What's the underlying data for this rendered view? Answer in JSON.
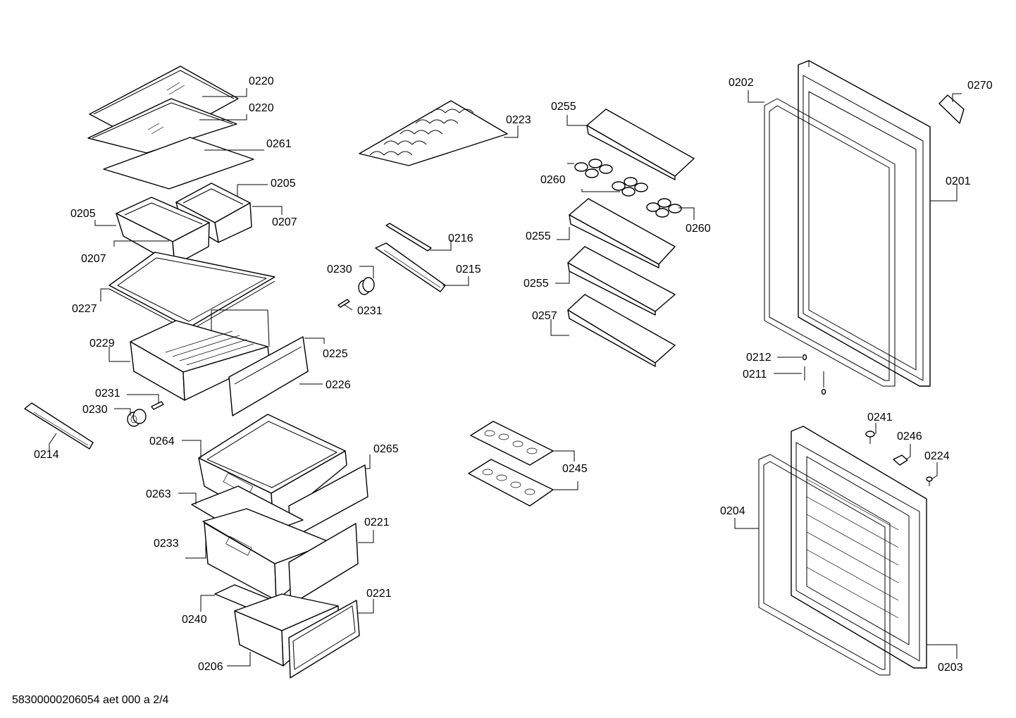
{
  "labels": {
    "l0220a": "0220",
    "l0220b": "0220",
    "l0261": "0261",
    "l0205a": "0205",
    "l0205b": "0205",
    "l0207a": "0207",
    "l0207b": "0207",
    "l0227": "0227",
    "l0229": "0229",
    "l0225": "0225",
    "l0226": "0226",
    "l0231a": "0231",
    "l0230a": "0230",
    "l0214": "0214",
    "l0264": "0264",
    "l0265": "0265",
    "l0263": "0263",
    "l0233": "0233",
    "l0221a": "0221",
    "l0240": "0240",
    "l0221b": "0221",
    "l0206": "0206",
    "l0223": "0223",
    "l0216": "0216",
    "l0230b": "0230",
    "l0215": "0215",
    "l0231b": "0231",
    "l0245": "0245",
    "l0255a": "0255",
    "l0260a": "0260",
    "l0260b": "0260",
    "l0255b": "0255",
    "l0255c": "0255",
    "l0257": "0257",
    "l0202": "0202",
    "l0270": "0270",
    "l0201": "0201",
    "l0212": "0212",
    "l0211": "0211",
    "l0241": "0241",
    "l0246": "0246",
    "l0224": "0224",
    "l0204": "0204",
    "l0203": "0203"
  },
  "footer": {
    "code": "58300000206054 aet 000 a 2/4"
  }
}
